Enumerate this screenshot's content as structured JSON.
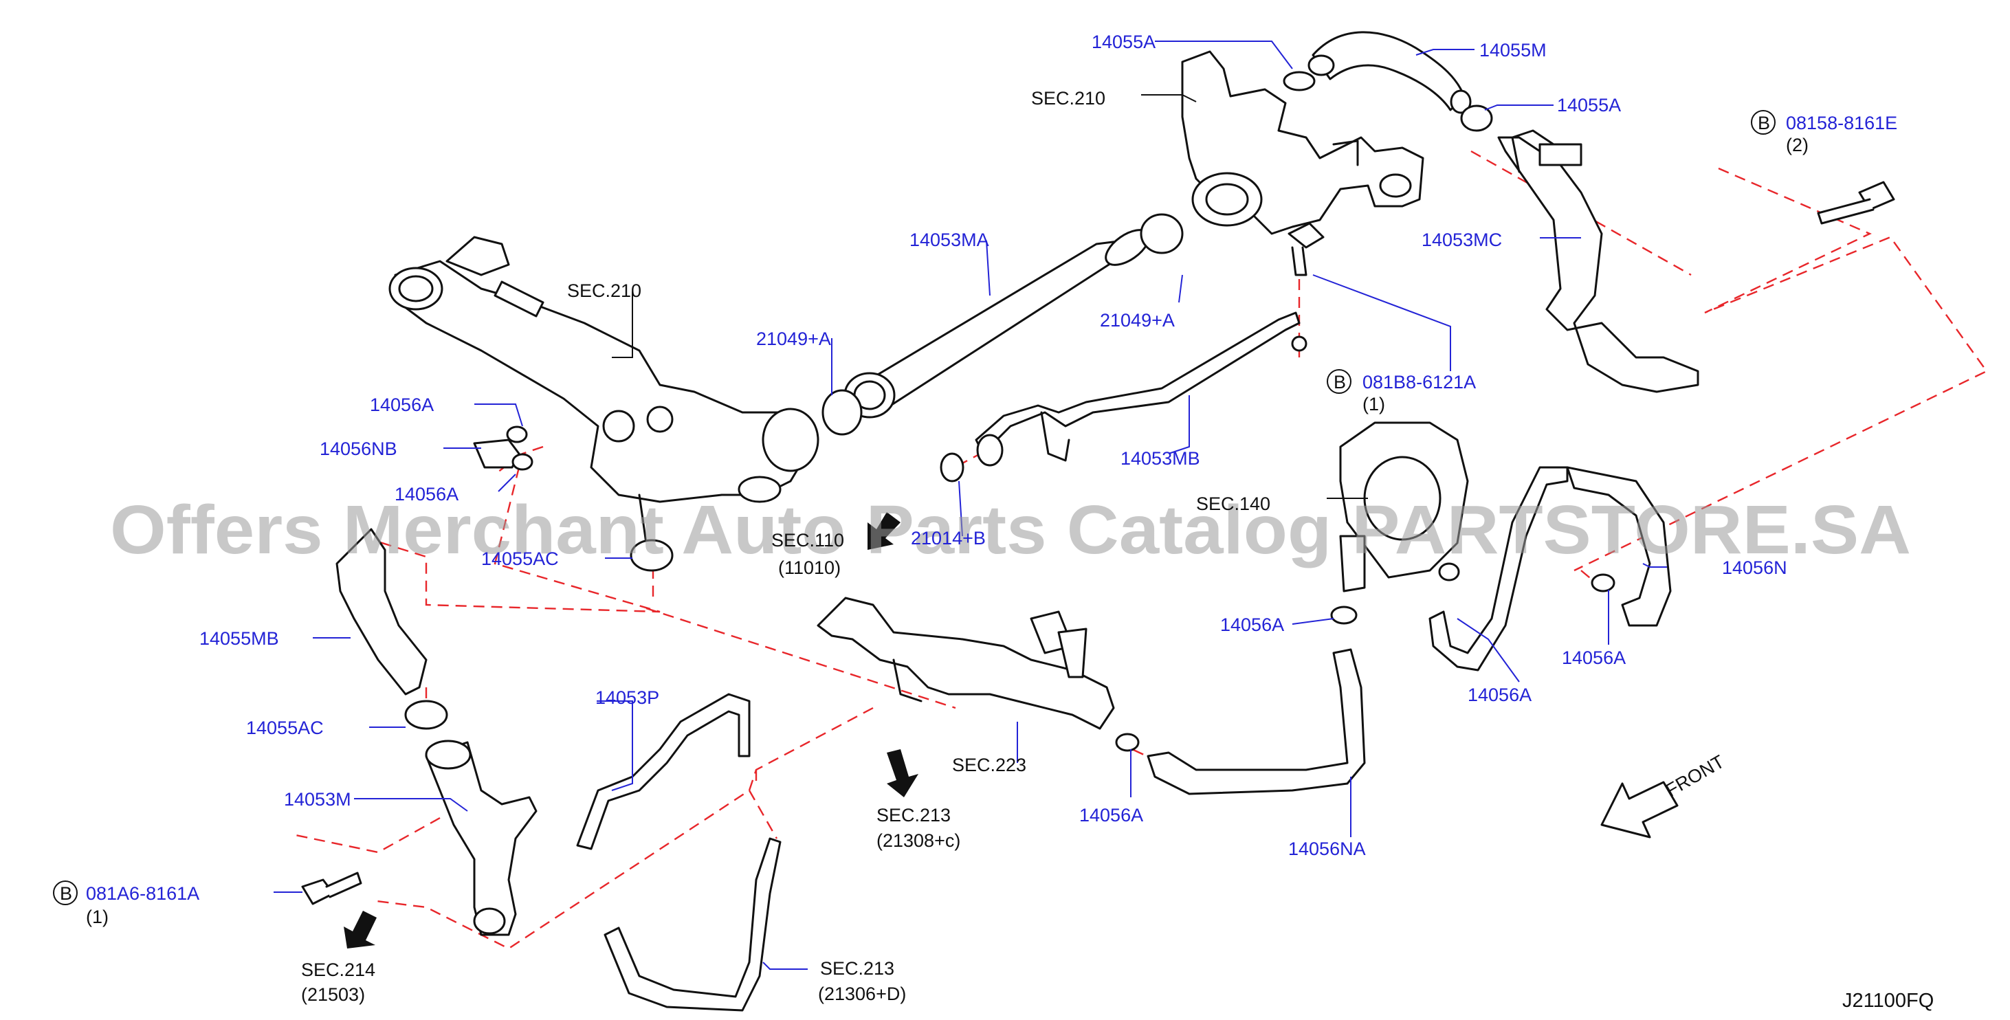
{
  "diagram_code": "J21100FQ",
  "watermark": "Offers Merchant Auto Parts Catalog PARTSTORE.SA",
  "front_label": "FRONT",
  "bolt_badge": "B",
  "labels": {
    "p14055A_top": "14055A",
    "sec210_top": "SEC.210",
    "p14055M": "14055M",
    "p14055A_right": "14055A",
    "p08158": "08158-8161E",
    "p08158_qty": "(2)",
    "p14053MA": "14053MA",
    "p14053MC": "14053MC",
    "sec210_left": "SEC.210",
    "p21049A_top": "21049+A",
    "p21049A_left": "21049+A",
    "p081B8": "081B8-6121A",
    "p081B8_qty": "(1)",
    "p14056A_1": "14056A",
    "p14056NB": "14056NB",
    "p14056A_2": "14056A",
    "p14053MB": "14053MB",
    "sec140": "SEC.140",
    "p21014B": "21014+B",
    "sec110": "SEC.110",
    "sec110_sub": "(11010)",
    "p14055AC_top": "14055AC",
    "p14056N": "14056N",
    "p14056A_3": "14056A",
    "p14056A_4": "14056A",
    "p14056A_5": "14056A",
    "p14055MB": "14055MB",
    "p14055AC_bottom": "14055AC",
    "p14053P": "14053P",
    "sec223": "SEC.223",
    "p14056A_6": "14056A",
    "p14053M": "14053M",
    "sec213_mid": "SEC.213",
    "sec213_mid_sub": "(21308+c)",
    "p14056NA": "14056NA",
    "p081A6": "081A6-8161A",
    "p081A6_qty": "(1)",
    "sec214": "SEC.214",
    "sec214_sub": "(21503)",
    "sec213_bottom": "SEC.213",
    "sec213_bottom_sub": "(21306+D)"
  },
  "colors": {
    "part_label": "#2323d6",
    "section_label": "#111111",
    "guide_line": "#e8262a",
    "watermark": "#9a9a9a"
  }
}
